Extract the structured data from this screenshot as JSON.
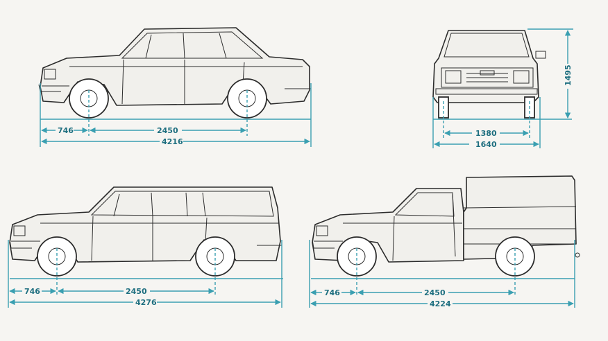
{
  "colors": {
    "dimension_line": "#3a9fb1",
    "dimension_text": "#1f6f80",
    "outline": "#2c2c2c",
    "background": "#f6f5f2"
  },
  "views": {
    "sedan_side": {
      "front_overhang": "746",
      "wheelbase": "2450",
      "overall_length": "4216"
    },
    "sedan_front": {
      "track_width": "1380",
      "overall_width": "1640",
      "overall_height": "1495"
    },
    "wagon_side": {
      "front_overhang": "746",
      "wheelbase": "2450",
      "overall_length": "4276"
    },
    "pickup_side": {
      "front_overhang": "746",
      "wheelbase": "2450",
      "overall_length": "4224"
    }
  }
}
